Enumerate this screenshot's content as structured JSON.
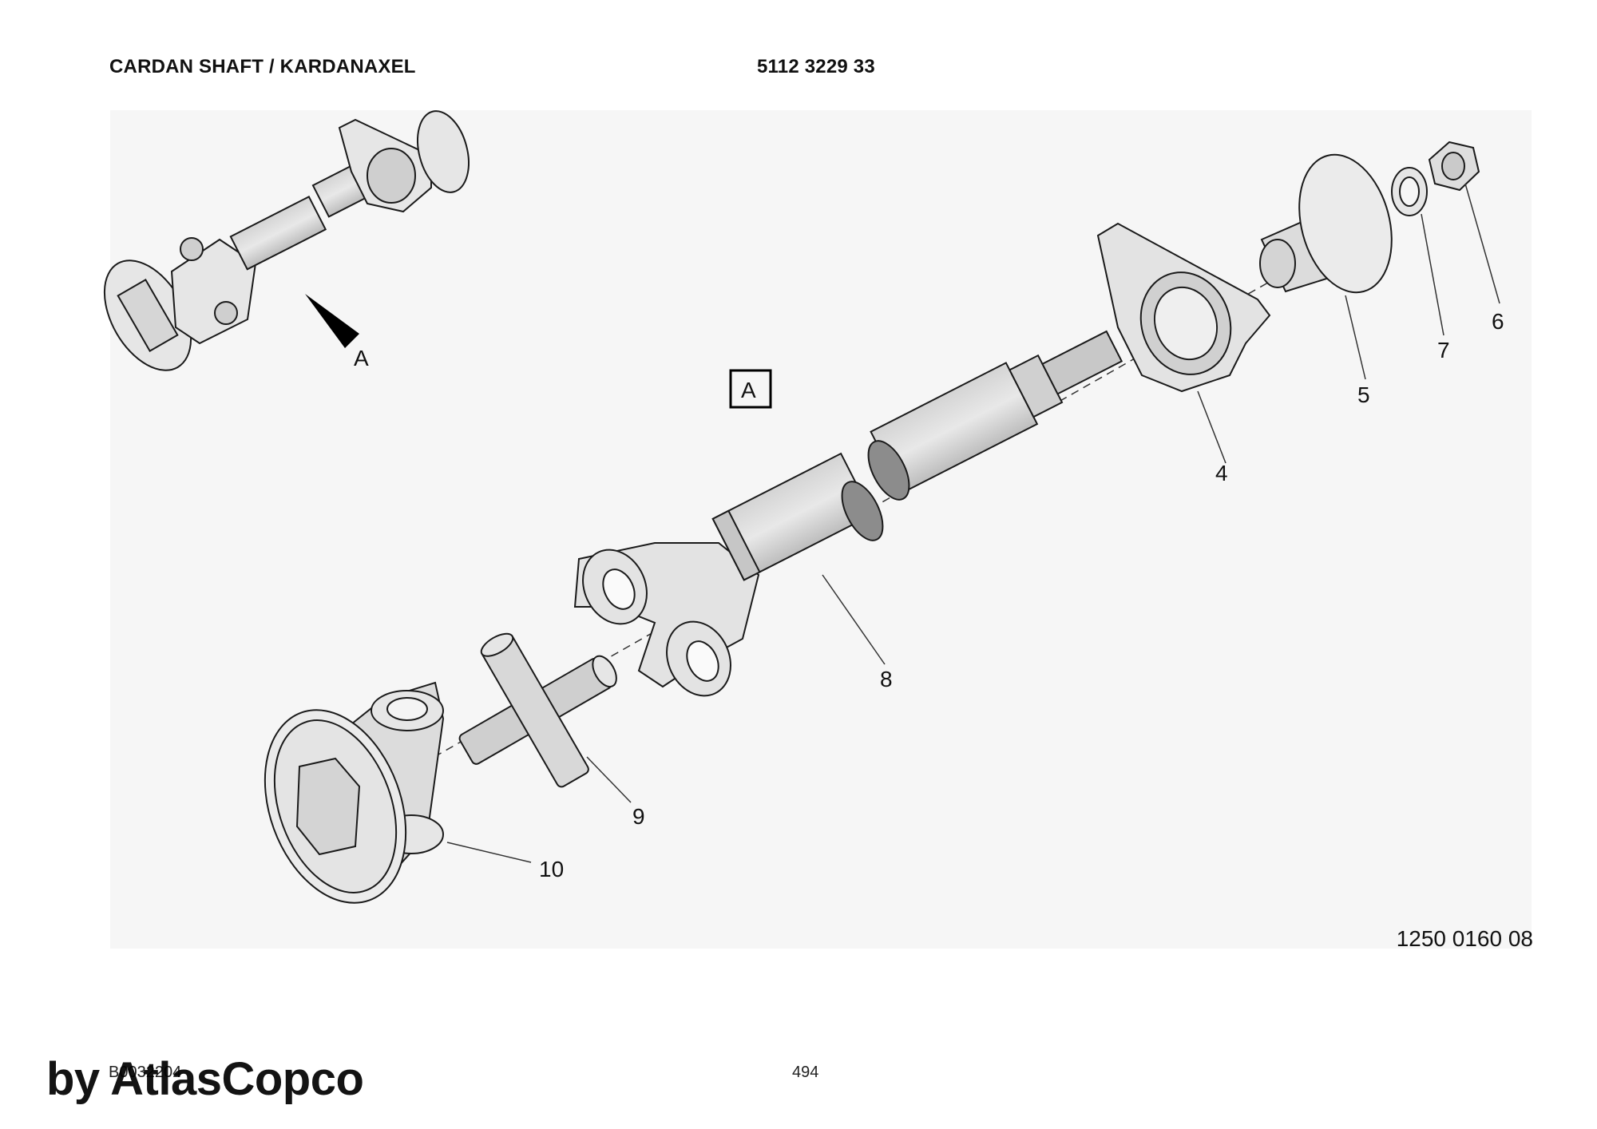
{
  "header": {
    "title": "CARDAN SHAFT / KARDANAXEL",
    "part_number": "5112 3229 33"
  },
  "view_markers": {
    "arrow_label": "A",
    "detail_box_label": "A"
  },
  "callouts": [
    "4",
    "5",
    "6",
    "7",
    "8",
    "9",
    "10"
  ],
  "footer": {
    "drawing_number": "1250 0160 08",
    "doc_code": "B0032204",
    "page_number": "494",
    "watermark": "by AtlasCopco"
  },
  "colors": {
    "part_fill": "#e6e6e6",
    "part_shade": "#c9c9c9",
    "outline": "#1a1a1a",
    "background_panel": "#f6f6f6"
  }
}
